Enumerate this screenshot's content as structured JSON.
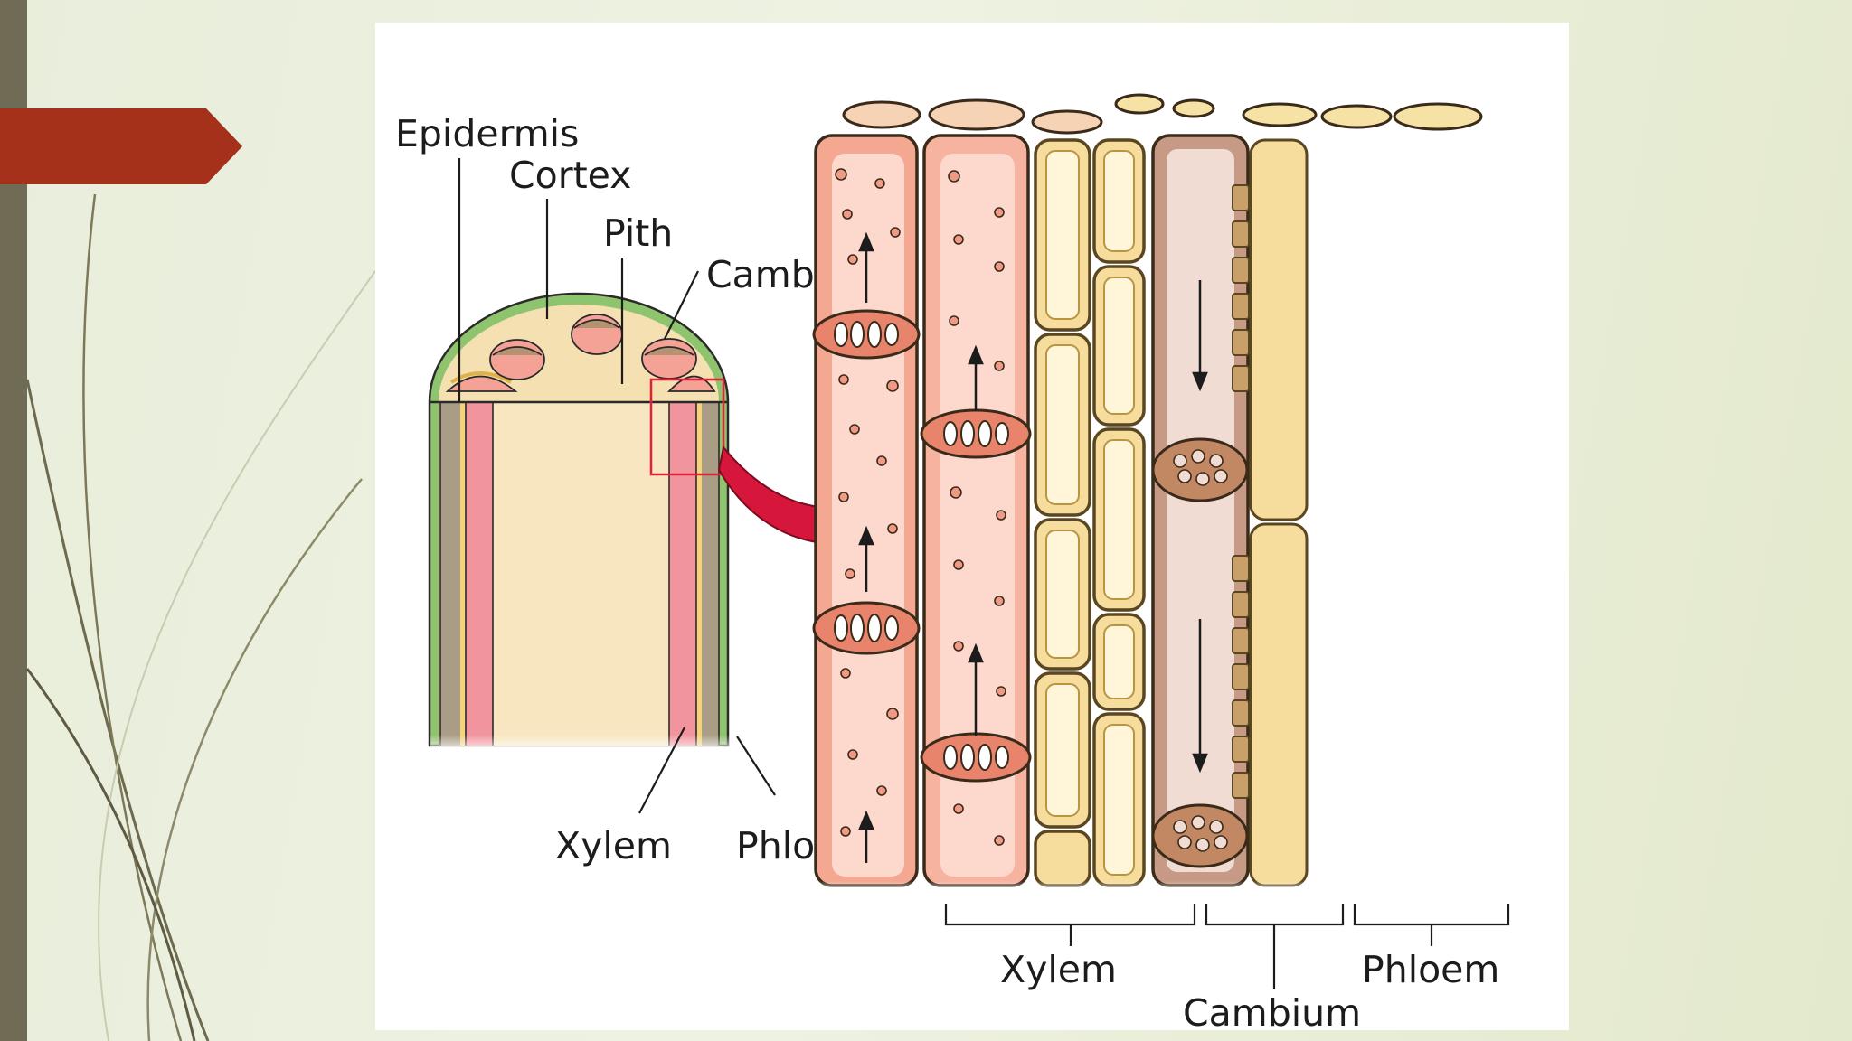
{
  "diagram": {
    "stem_labels": {
      "epidermis": "Epidermis",
      "cortex": "Cortex",
      "pith": "Pith",
      "cambium": "Cambium",
      "xylem": "Xylem",
      "phloem": "Phloem"
    },
    "tissue_labels": {
      "xylem": "Xylem",
      "cambium": "Cambium",
      "phloem": "Phloem"
    }
  },
  "colors": {
    "accent_tag": "#a5311a",
    "side_bar": "#706b55",
    "xylem": "#f2a08e",
    "phloem": "#b98a72",
    "cambium": "#f4dc9a",
    "pith": "#f8e6c0",
    "epidermis": "#8fc46e",
    "arrow": "#d6163b"
  }
}
